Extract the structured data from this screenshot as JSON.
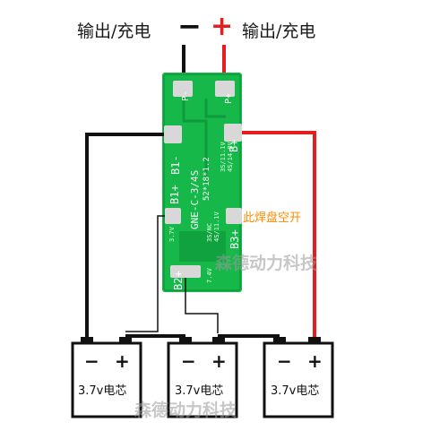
{
  "labels": {
    "output_left": "输出/充电",
    "output_right": "输出/充电",
    "minus_sign": "−",
    "plus_sign": "+"
  },
  "board": {
    "pad_p_minus": "P-",
    "pad_p_plus": "P+",
    "pad_b1_minus": "B1-",
    "pad_b_plus": "B+",
    "pad_b1_plus": "B1+",
    "pad_b2_plus": "B2+",
    "pad_b3_plus": "B3+",
    "model": "GNE-C-3/4S",
    "size": "52*18*1.2",
    "spec_right_1": "3S/11.1V",
    "spec_right_2": "4S/14.8V",
    "spec_mid_1": "3S/NC",
    "spec_mid_2": "4S/11.1V",
    "cell_mark_1": "3.7V",
    "cell_mark_2": "7.4V",
    "note": "此焊盘空开"
  },
  "cells": [
    {
      "label": "3.7v电芯",
      "minus": "−",
      "plus": "+"
    },
    {
      "label": "3.7v电芯",
      "minus": "−",
      "plus": "+"
    },
    {
      "label": "3.7v电芯",
      "minus": "−",
      "plus": "+"
    }
  ],
  "watermarks": {
    "middle": "森德动力科技",
    "bottom": "森德动力科技"
  },
  "colors": {
    "pcb": "#16b84a",
    "pad": "#d8d8d8",
    "wire_negative": "#111111",
    "wire_positive": "#e41e1e",
    "note": "#ff8a00"
  }
}
